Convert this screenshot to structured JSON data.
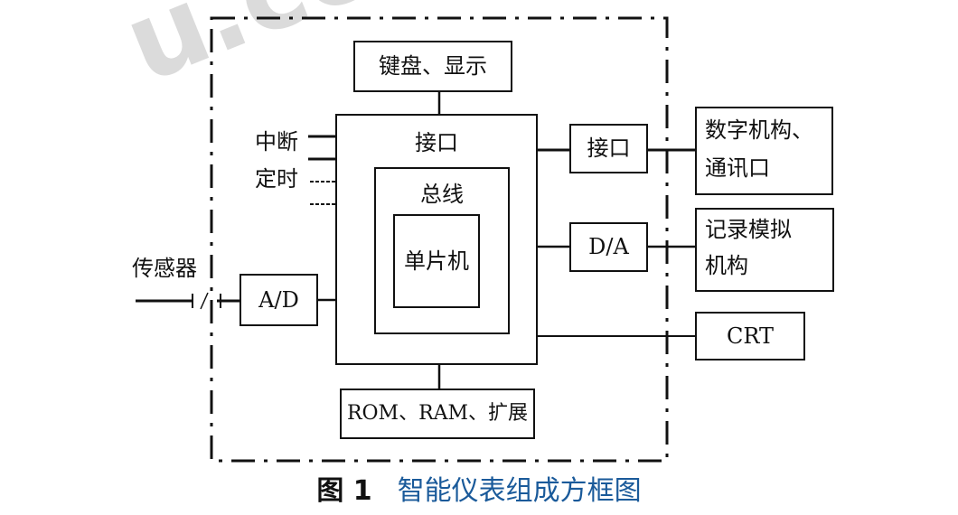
{
  "watermark": "u.con",
  "blocks": {
    "keyboard_display": "键盘、显示",
    "interface_outer": "接口",
    "bus": "总线",
    "mcu": "单片机",
    "rom_ram": "ROM、RAM、扩展",
    "ad": "A/D",
    "interface_right": "接口",
    "da": "D/A",
    "digital_line1": "数字机构、",
    "digital_line2": "通讯口",
    "analog_line1": "记录模拟",
    "analog_line2": "机构",
    "crt": "CRT"
  },
  "side_labels": {
    "interrupt": "中断",
    "timer": "定时",
    "sensor": "传感器"
  },
  "caption": {
    "number": "图 1",
    "title": "智能仪表组成方框图"
  },
  "colors": {
    "caption_title": "#1a5a9a",
    "line": "#111111"
  }
}
